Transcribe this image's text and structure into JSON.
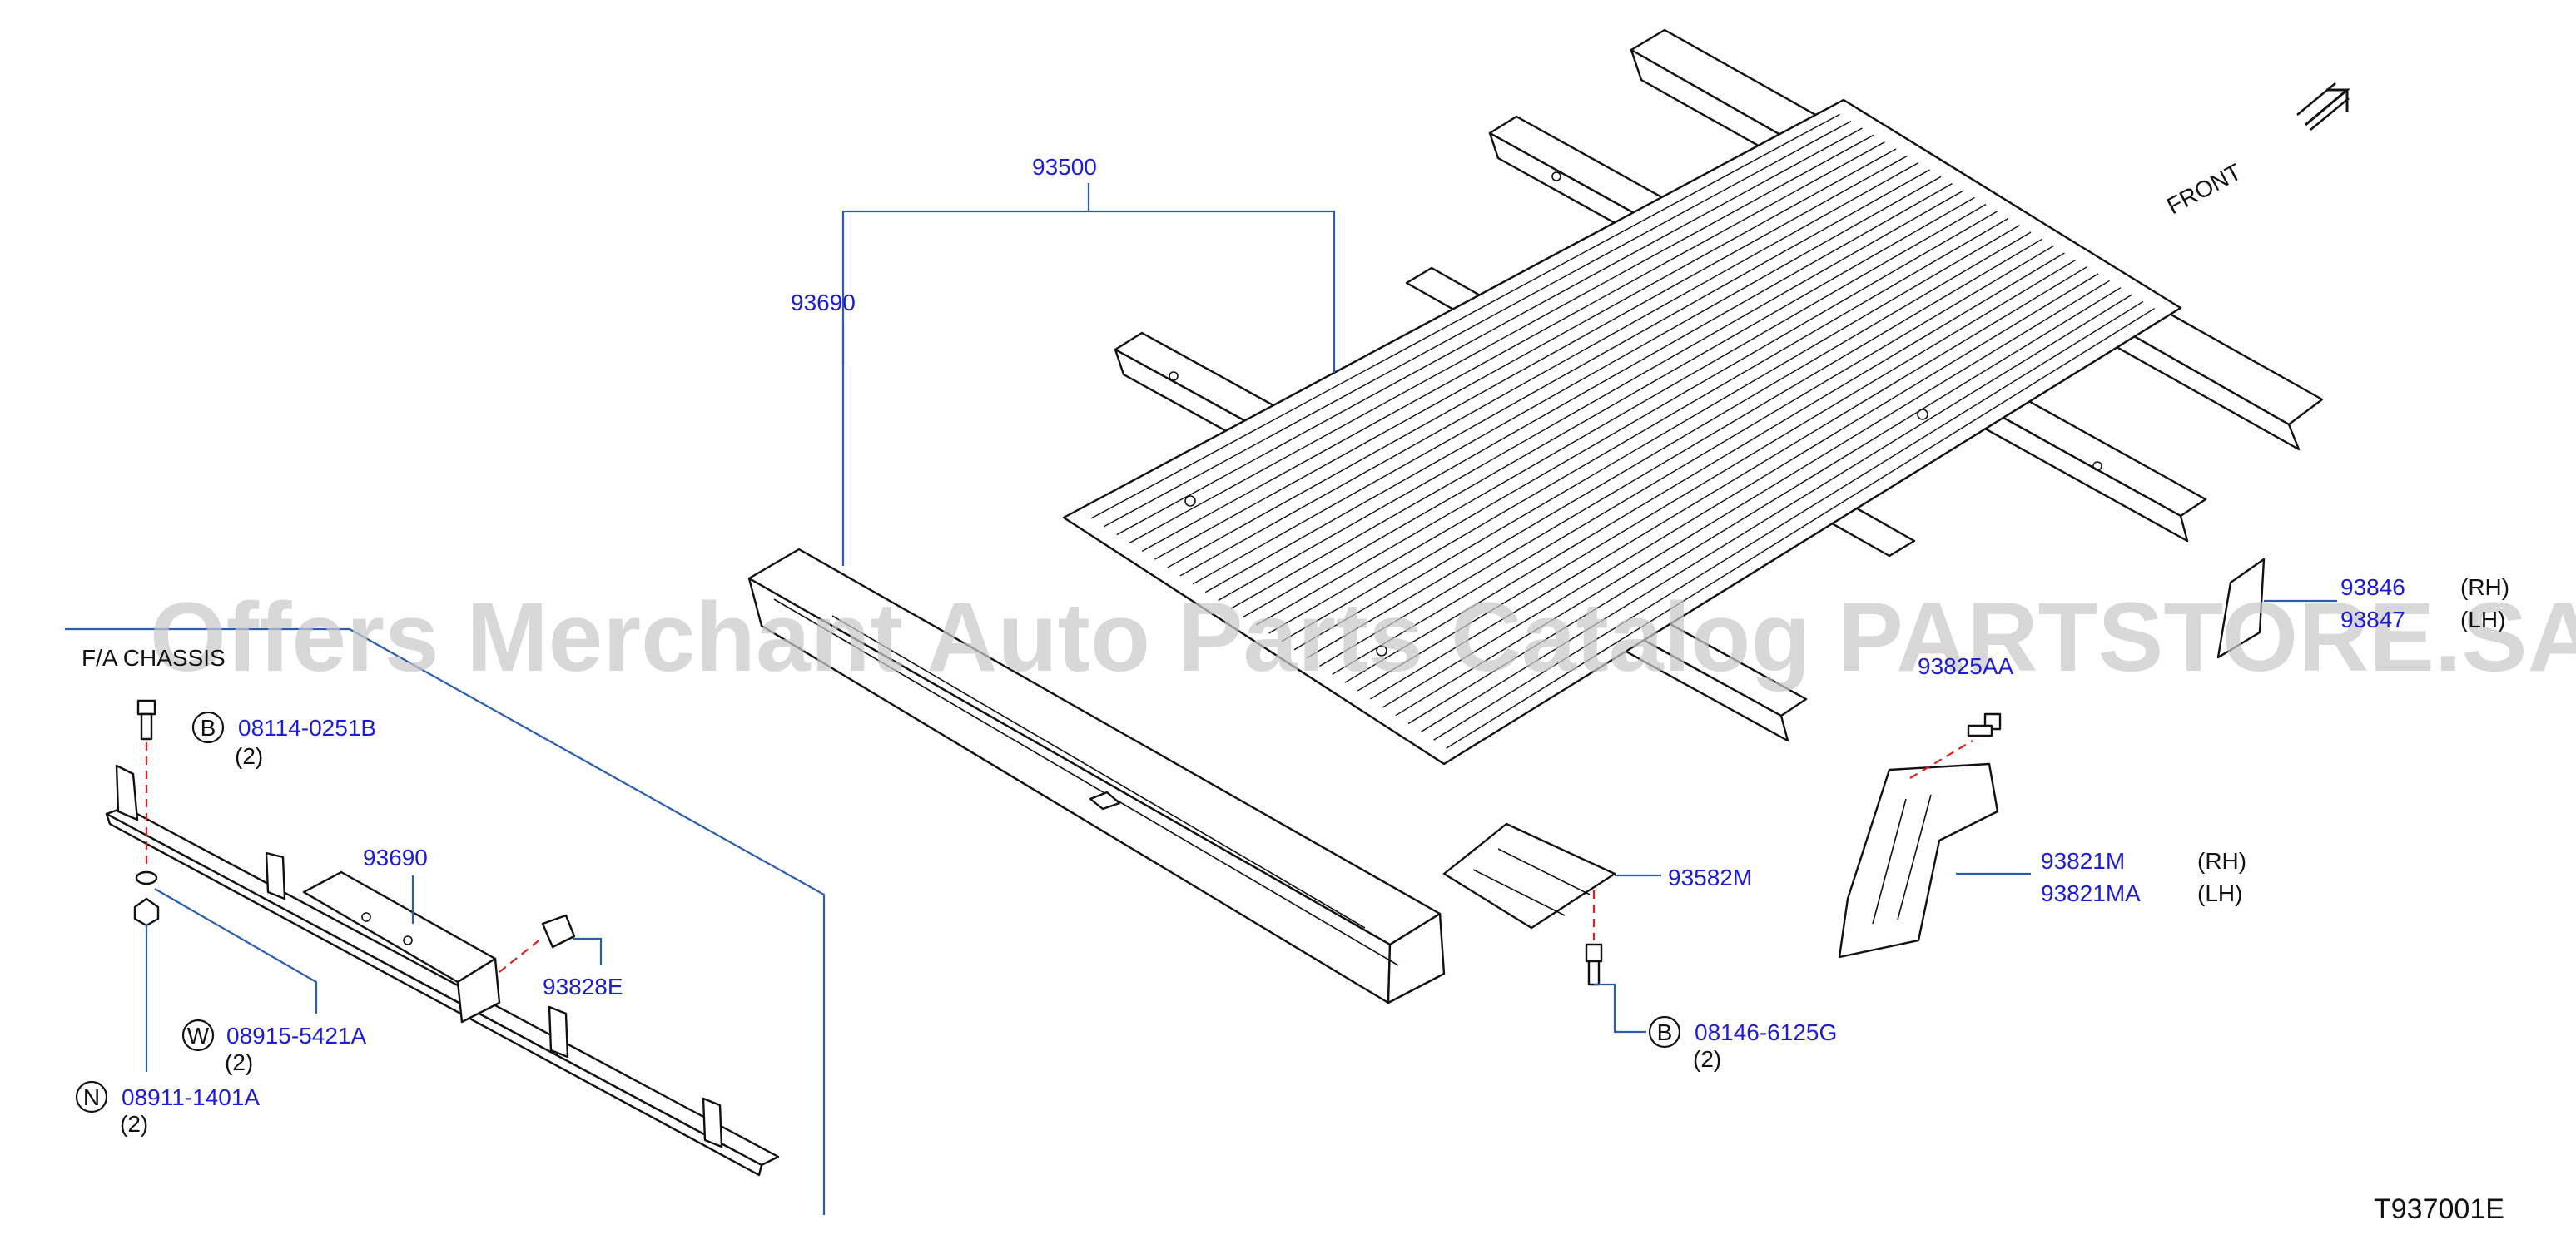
{
  "watermark": "Offers Merchant Auto Parts Catalog PARTSTORE.SA",
  "front_label": "FRONT",
  "section_label": "F/A CHASSIS",
  "diagram_code": "T937001E",
  "colors": {
    "part_number": "#1c1cd6",
    "leader": "#2a5db0",
    "guide": "#e02020",
    "watermark": "#c9c9c9"
  },
  "callouts": {
    "p93500": "93500",
    "p93690_top": "93690",
    "p93690_mid": "93690",
    "p93828e": "93828E",
    "p93582m": "93582M",
    "p93846": "93846",
    "p93846_side": "(RH)",
    "p93847": "93847",
    "p93847_side": "(LH)",
    "p93825aa": "93825AA",
    "p93821m": "93821M",
    "p93821m_side": "(RH)",
    "p93821ma": "93821MA",
    "p93821ma_side": "(LH)"
  },
  "fasteners": {
    "bolt_left": {
      "symbol": "B",
      "number": "08114-0251B",
      "qty": "(2)"
    },
    "washer": {
      "symbol": "W",
      "number": "08915-5421A",
      "qty": "(2)"
    },
    "nut": {
      "symbol": "N",
      "number": "08911-1401A",
      "qty": "(2)"
    },
    "bolt_right": {
      "symbol": "B",
      "number": "08146-6125G",
      "qty": "(2)"
    }
  }
}
